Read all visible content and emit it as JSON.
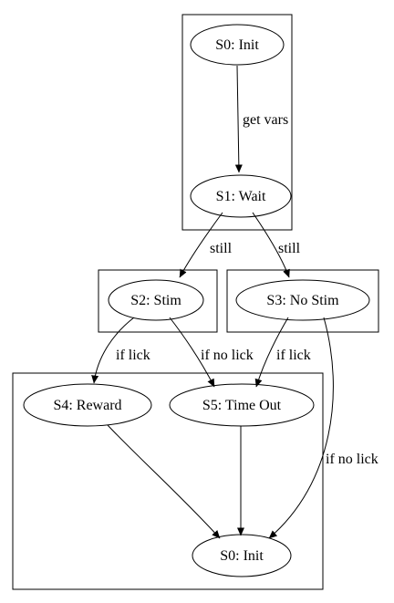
{
  "diagram": {
    "clusters": [
      {
        "id": "c0"
      },
      {
        "id": "c1"
      },
      {
        "id": "c2"
      },
      {
        "id": "c3"
      }
    ],
    "nodes": [
      {
        "id": "s0_top",
        "label": "S0: Init"
      },
      {
        "id": "s1",
        "label": "S1: Wait"
      },
      {
        "id": "s2",
        "label": "S2: Stim"
      },
      {
        "id": "s3",
        "label": "S3: No Stim"
      },
      {
        "id": "s4",
        "label": "S4: Reward"
      },
      {
        "id": "s5",
        "label": "S5: Time Out"
      },
      {
        "id": "s0_bottom",
        "label": "S0: Init"
      }
    ],
    "edges": [
      {
        "from": "s0_top",
        "to": "s1",
        "label": "get vars"
      },
      {
        "from": "s1",
        "to": "s2",
        "label": "still"
      },
      {
        "from": "s1",
        "to": "s3",
        "label": "still"
      },
      {
        "from": "s2",
        "to": "s4",
        "label": "if lick"
      },
      {
        "from": "s2",
        "to": "s5",
        "label": "if no lick"
      },
      {
        "from": "s3",
        "to": "s5",
        "label": "if lick"
      },
      {
        "from": "s3",
        "to": "s0_bottom",
        "label": "if no lick"
      },
      {
        "from": "s4",
        "to": "s0_bottom",
        "label": ""
      },
      {
        "from": "s5",
        "to": "s0_bottom",
        "label": ""
      }
    ]
  }
}
